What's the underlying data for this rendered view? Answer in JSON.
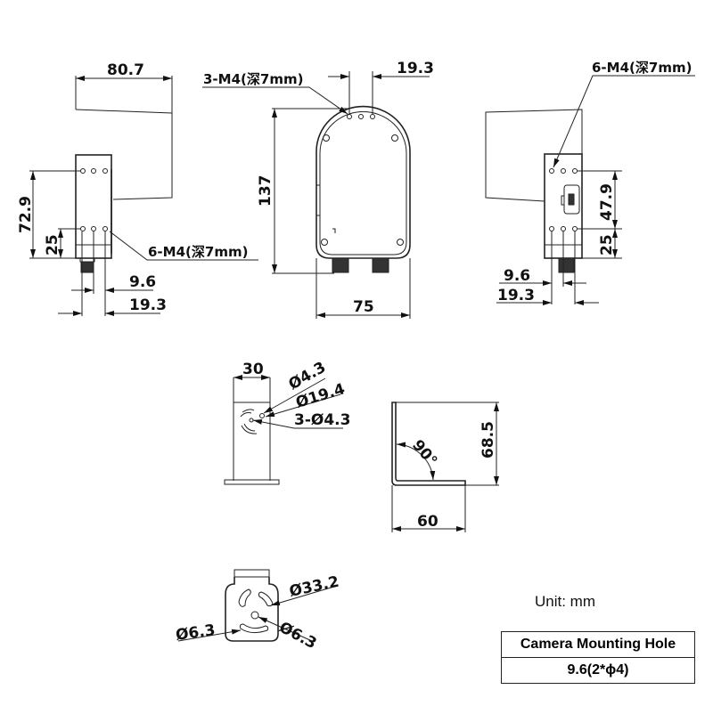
{
  "left_view": {
    "width_dim": "80.7",
    "height_dim": "72.9",
    "lower_dim": "25",
    "hole_label": "6-M4(深7mm)",
    "offset_a": "9.6",
    "offset_b": "19.3"
  },
  "front_view": {
    "hole_label": "3-M4(深7mm)",
    "spacing_dim": "19.3",
    "height_dim": "137",
    "width_dim": "75"
  },
  "right_view": {
    "hole_label": "6-M4(深7mm)",
    "upper_dim": "47.9",
    "lower_dim": "25",
    "offset_a": "9.6",
    "offset_b": "19.3"
  },
  "bracket_side": {
    "width_dim": "30",
    "hole_a": "Ø4.3",
    "circle_dia": "Ø19.4",
    "holes_b": "3-Ø4.3"
  },
  "bracket_l": {
    "angle": "90°",
    "height_dim": "68.5",
    "base_dim": "60"
  },
  "bracket_bottom": {
    "outer_dia": "Ø33.2",
    "hole_left": "Ø6.3",
    "hole_right": "Ø6.3"
  },
  "unit_label": "Unit: mm",
  "table": {
    "header": "Camera Mounting Hole",
    "value": "9.6(2*ϕ4)"
  }
}
